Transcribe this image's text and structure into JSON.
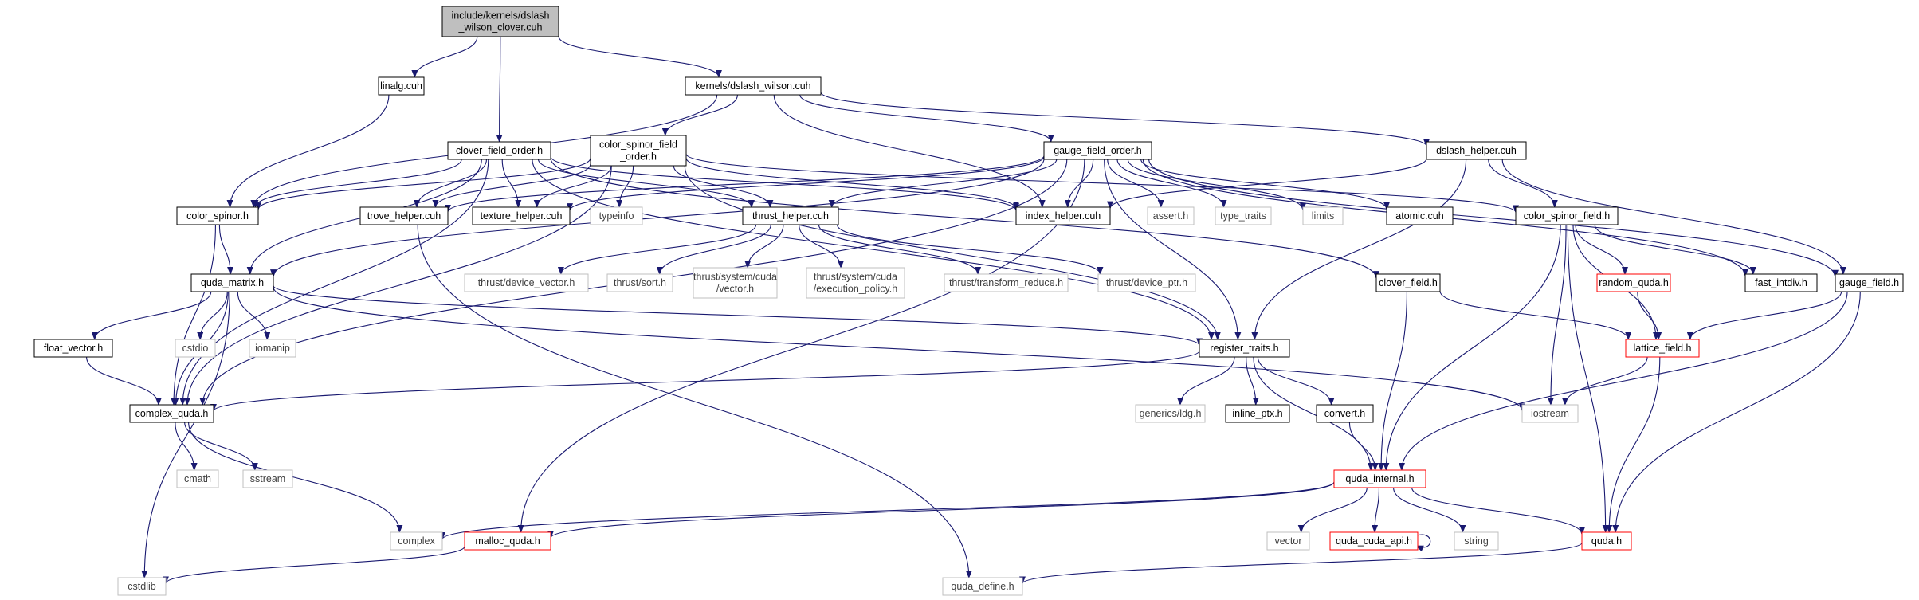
{
  "graph": {
    "edge_color": "#191970",
    "node_styles": {
      "root": {
        "fill": "#bfbfbf",
        "stroke": "#000000",
        "text": "#000000"
      },
      "normal": {
        "fill": "#ffffff",
        "stroke": "#000000",
        "text": "#000000"
      },
      "external": {
        "fill": "#ffffff",
        "stroke": "#bfbfbf",
        "text": "#404040"
      },
      "truncated": {
        "fill": "#ffffff",
        "stroke": "#ff0000",
        "text": "#000000"
      }
    },
    "nodes": [
      {
        "id": "root",
        "kind": "root",
        "lines": [
          "include/kernels/dslash",
          "_wilson_clover.cuh"
        ]
      },
      {
        "id": "linalg",
        "kind": "normal",
        "lines": [
          "linalg.cuh"
        ]
      },
      {
        "id": "clover_field_order",
        "kind": "normal",
        "lines": [
          "clover_field_order.h"
        ]
      },
      {
        "id": "dslash_wilson",
        "kind": "normal",
        "lines": [
          "kernels/dslash_wilson.cuh"
        ]
      },
      {
        "id": "color_spinor_field_order",
        "kind": "normal",
        "lines": [
          "color_spinor_field",
          "_order.h"
        ]
      },
      {
        "id": "gauge_field_order",
        "kind": "normal",
        "lines": [
          "gauge_field_order.h"
        ]
      },
      {
        "id": "dslash_helper",
        "kind": "normal",
        "lines": [
          "dslash_helper.cuh"
        ]
      },
      {
        "id": "color_spinor",
        "kind": "normal",
        "lines": [
          "color_spinor.h"
        ]
      },
      {
        "id": "trove_helper",
        "kind": "normal",
        "lines": [
          "trove_helper.cuh"
        ]
      },
      {
        "id": "texture_helper",
        "kind": "normal",
        "lines": [
          "texture_helper.cuh"
        ]
      },
      {
        "id": "typeinfo",
        "kind": "external",
        "lines": [
          "typeinfo"
        ]
      },
      {
        "id": "thrust_helper",
        "kind": "normal",
        "lines": [
          "thrust_helper.cuh"
        ]
      },
      {
        "id": "index_helper",
        "kind": "normal",
        "lines": [
          "index_helper.cuh"
        ]
      },
      {
        "id": "assert",
        "kind": "external",
        "lines": [
          "assert.h"
        ]
      },
      {
        "id": "type_traits",
        "kind": "external",
        "lines": [
          "type_traits"
        ]
      },
      {
        "id": "limits",
        "kind": "external",
        "lines": [
          "limits"
        ]
      },
      {
        "id": "atomic",
        "kind": "normal",
        "lines": [
          "atomic.cuh"
        ]
      },
      {
        "id": "color_spinor_field",
        "kind": "normal",
        "lines": [
          "color_spinor_field.h"
        ]
      },
      {
        "id": "quda_matrix",
        "kind": "normal",
        "lines": [
          "quda_matrix.h"
        ]
      },
      {
        "id": "t_device_vector",
        "kind": "external",
        "lines": [
          "thrust/device_vector.h"
        ]
      },
      {
        "id": "t_sort",
        "kind": "external",
        "lines": [
          "thrust/sort.h"
        ]
      },
      {
        "id": "t_cuda_vector",
        "kind": "external",
        "lines": [
          "thrust/system/cuda",
          "/vector.h"
        ]
      },
      {
        "id": "t_exec_policy",
        "kind": "external",
        "lines": [
          "thrust/system/cuda",
          "/execution_policy.h"
        ]
      },
      {
        "id": "t_transform_reduce",
        "kind": "external",
        "lines": [
          "thrust/transform_reduce.h"
        ]
      },
      {
        "id": "t_device_ptr",
        "kind": "external",
        "lines": [
          "thrust/device_ptr.h"
        ]
      },
      {
        "id": "clover_field",
        "kind": "normal",
        "lines": [
          "clover_field.h"
        ]
      },
      {
        "id": "random_quda",
        "kind": "truncated",
        "lines": [
          "random_quda.h"
        ]
      },
      {
        "id": "fast_intdiv",
        "kind": "normal",
        "lines": [
          "fast_intdiv.h"
        ]
      },
      {
        "id": "gauge_field",
        "kind": "normal",
        "lines": [
          "gauge_field.h"
        ]
      },
      {
        "id": "float_vector",
        "kind": "normal",
        "lines": [
          "float_vector.h"
        ]
      },
      {
        "id": "cstdio",
        "kind": "external",
        "lines": [
          "cstdio"
        ]
      },
      {
        "id": "iomanip",
        "kind": "external",
        "lines": [
          "iomanip"
        ]
      },
      {
        "id": "register_traits",
        "kind": "normal",
        "lines": [
          "register_traits.h"
        ]
      },
      {
        "id": "lattice_field",
        "kind": "truncated",
        "lines": [
          "lattice_field.h"
        ]
      },
      {
        "id": "complex_quda",
        "kind": "normal",
        "lines": [
          "complex_quda.h"
        ]
      },
      {
        "id": "generics_ldg",
        "kind": "external",
        "lines": [
          "generics/ldg.h"
        ]
      },
      {
        "id": "inline_ptx",
        "kind": "normal",
        "lines": [
          "inline_ptx.h"
        ]
      },
      {
        "id": "convert",
        "kind": "normal",
        "lines": [
          "convert.h"
        ]
      },
      {
        "id": "iostream",
        "kind": "external",
        "lines": [
          "iostream"
        ]
      },
      {
        "id": "cmath",
        "kind": "external",
        "lines": [
          "cmath"
        ]
      },
      {
        "id": "sstream",
        "kind": "external",
        "lines": [
          "sstream"
        ]
      },
      {
        "id": "quda_internal",
        "kind": "truncated",
        "lines": [
          "quda_internal.h"
        ]
      },
      {
        "id": "complex",
        "kind": "external",
        "lines": [
          "complex"
        ]
      },
      {
        "id": "malloc_quda",
        "kind": "truncated",
        "lines": [
          "malloc_quda.h"
        ]
      },
      {
        "id": "vector",
        "kind": "external",
        "lines": [
          "vector"
        ]
      },
      {
        "id": "quda_cuda_api",
        "kind": "truncated",
        "lines": [
          "quda_cuda_api.h"
        ]
      },
      {
        "id": "string",
        "kind": "external",
        "lines": [
          "string"
        ]
      },
      {
        "id": "quda",
        "kind": "truncated",
        "lines": [
          "quda.h"
        ]
      },
      {
        "id": "cstdlib",
        "kind": "external",
        "lines": [
          "cstdlib"
        ]
      },
      {
        "id": "quda_define",
        "kind": "external",
        "lines": [
          "quda_define.h"
        ]
      }
    ],
    "edges": [
      [
        "root",
        "linalg"
      ],
      [
        "root",
        "clover_field_order"
      ],
      [
        "root",
        "dslash_wilson"
      ],
      [
        "linalg",
        "color_spinor"
      ],
      [
        "dslash_wilson",
        "color_spinor_field_order"
      ],
      [
        "dslash_wilson",
        "gauge_field_order"
      ],
      [
        "dslash_wilson",
        "dslash_helper"
      ],
      [
        "dslash_wilson",
        "index_helper"
      ],
      [
        "dslash_wilson",
        "color_spinor"
      ],
      [
        "clover_field_order",
        "color_spinor"
      ],
      [
        "clover_field_order",
        "quda_matrix"
      ],
      [
        "clover_field_order",
        "trove_helper"
      ],
      [
        "clover_field_order",
        "texture_helper"
      ],
      [
        "clover_field_order",
        "thrust_helper"
      ],
      [
        "clover_field_order",
        "index_helper"
      ],
      [
        "clover_field_order",
        "register_traits"
      ],
      [
        "clover_field_order",
        "clover_field"
      ],
      [
        "clover_field_order",
        "complex_quda"
      ],
      [
        "color_spinor_field_order",
        "color_spinor"
      ],
      [
        "color_spinor_field_order",
        "trove_helper"
      ],
      [
        "color_spinor_field_order",
        "texture_helper"
      ],
      [
        "color_spinor_field_order",
        "typeinfo"
      ],
      [
        "color_spinor_field_order",
        "thrust_helper"
      ],
      [
        "color_spinor_field_order",
        "index_helper"
      ],
      [
        "color_spinor_field_order",
        "register_traits"
      ],
      [
        "color_spinor_field_order",
        "color_spinor_field"
      ],
      [
        "color_spinor_field_order",
        "complex_quda"
      ],
      [
        "gauge_field_order",
        "texture_helper"
      ],
      [
        "gauge_field_order",
        "trove_helper"
      ],
      [
        "gauge_field_order",
        "thrust_helper"
      ],
      [
        "gauge_field_order",
        "index_helper"
      ],
      [
        "gauge_field_order",
        "assert"
      ],
      [
        "gauge_field_order",
        "type_traits"
      ],
      [
        "gauge_field_order",
        "limits"
      ],
      [
        "gauge_field_order",
        "atomic"
      ],
      [
        "gauge_field_order",
        "register_traits"
      ],
      [
        "gauge_field_order",
        "quda_matrix"
      ],
      [
        "gauge_field_order",
        "complex_quda"
      ],
      [
        "gauge_field_order",
        "malloc_quda"
      ],
      [
        "gauge_field_order",
        "gauge_field"
      ],
      [
        "gauge_field_order",
        "fast_intdiv"
      ],
      [
        "dslash_helper",
        "index_helper"
      ],
      [
        "dslash_helper",
        "color_spinor_field"
      ],
      [
        "dslash_helper",
        "gauge_field"
      ],
      [
        "dslash_helper",
        "register_traits"
      ],
      [
        "color_spinor",
        "quda_matrix"
      ],
      [
        "color_spinor",
        "complex_quda"
      ],
      [
        "trove_helper",
        "quda_define"
      ],
      [
        "thrust_helper",
        "t_device_vector"
      ],
      [
        "thrust_helper",
        "t_sort"
      ],
      [
        "thrust_helper",
        "t_cuda_vector"
      ],
      [
        "thrust_helper",
        "t_exec_policy"
      ],
      [
        "thrust_helper",
        "t_transform_reduce"
      ],
      [
        "thrust_helper",
        "t_device_ptr"
      ],
      [
        "color_spinor_field",
        "random_quda"
      ],
      [
        "color_spinor_field",
        "fast_intdiv"
      ],
      [
        "color_spinor_field",
        "lattice_field"
      ],
      [
        "color_spinor_field",
        "iostream"
      ],
      [
        "color_spinor_field",
        "quda_internal"
      ],
      [
        "color_spinor_field",
        "quda"
      ],
      [
        "random_quda",
        "lattice_field"
      ],
      [
        "gauge_field",
        "lattice_field"
      ],
      [
        "gauge_field",
        "quda_internal"
      ],
      [
        "gauge_field",
        "quda"
      ],
      [
        "quda_matrix",
        "float_vector"
      ],
      [
        "quda_matrix",
        "cstdio"
      ],
      [
        "quda_matrix",
        "iomanip"
      ],
      [
        "quda_matrix",
        "complex_quda"
      ],
      [
        "quda_matrix",
        "register_traits"
      ],
      [
        "quda_matrix",
        "iostream"
      ],
      [
        "quda_matrix",
        "cstdlib"
      ],
      [
        "float_vector",
        "complex_quda"
      ],
      [
        "clover_field",
        "lattice_field"
      ],
      [
        "clover_field",
        "quda_internal"
      ],
      [
        "register_traits",
        "generics_ldg"
      ],
      [
        "register_traits",
        "inline_ptx"
      ],
      [
        "register_traits",
        "convert"
      ],
      [
        "register_traits",
        "complex_quda"
      ],
      [
        "register_traits",
        "quda_internal"
      ],
      [
        "lattice_field",
        "iostream"
      ],
      [
        "lattice_field",
        "quda"
      ],
      [
        "convert",
        "quda_internal"
      ],
      [
        "complex_quda",
        "cmath"
      ],
      [
        "complex_quda",
        "sstream"
      ],
      [
        "complex_quda",
        "complex"
      ],
      [
        "quda_internal",
        "complex"
      ],
      [
        "quda_internal",
        "malloc_quda"
      ],
      [
        "quda_internal",
        "vector"
      ],
      [
        "quda_internal",
        "quda_cuda_api"
      ],
      [
        "quda_internal",
        "string"
      ],
      [
        "quda_internal",
        "quda"
      ],
      [
        "quda_cuda_api",
        "quda_cuda_api"
      ],
      [
        "malloc_quda",
        "cstdlib"
      ],
      [
        "quda",
        "quda_define"
      ]
    ]
  }
}
